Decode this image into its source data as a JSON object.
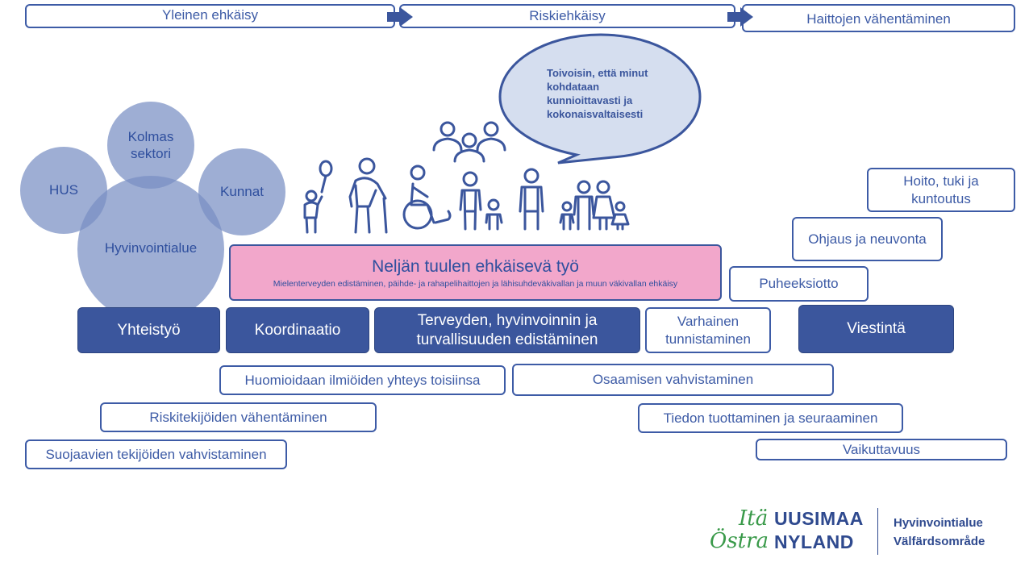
{
  "top_stages": [
    "Yleinen ehkäisy",
    "Riskiehkäisy",
    "Haittojen vähentäminen"
  ],
  "circles": {
    "hus": "HUS",
    "kolmas": "Kolmas sektori",
    "kunnat": "Kunnat",
    "hyvinvointialue": "Hyvinvointialue"
  },
  "speech_bubble": "Toivoisin, että minut kohdataan kunnioittavasti ja kokonaisvaltaisesti",
  "center": {
    "title": "Neljän tuulen ehkäisevä työ",
    "subtitle": "Mielenterveyden edistäminen, päihde- ja rahapelihaittojen ja lähisuhdeväkivallan ja muun väkivallan ehkäisy"
  },
  "pillars": {
    "yhteistyo": "Yhteistyö",
    "koordinaatio": "Koordinaatio",
    "terveyden": "Terveyden, hyvinvoinnin ja turvallisuuden edistäminen",
    "varhainen": "Varhainen tunnistaminen",
    "viestinta": "Viestintä"
  },
  "right_stairs": {
    "hoito": "Hoito, tuki ja kuntoutus",
    "ohjaus": "Ohjaus ja neuvonta",
    "puheeksiotto": "Puheeksiotto"
  },
  "bottom_boxes": {
    "huomioidaan": "Huomioidaan ilmiöiden yhteys toisiinsa",
    "osaamisen": "Osaamisen vahvistaminen",
    "riskitekijoiden": "Riskitekijöiden vähentäminen",
    "tiedon": "Tiedon tuottaminen ja seuraaminen",
    "suojaavien": "Suojaavien tekijöiden vahvistaminen",
    "vaikuttavuus": "Vaikuttavuus"
  },
  "logo": {
    "ita": "Itä",
    "uusimaa": "UUSIMAA",
    "ostra": "Östra",
    "nyland": "NYLAND",
    "line1": "Hyvinvointialue",
    "line2": "Välfärdsområde"
  },
  "colors": {
    "primary": "#3b569d",
    "circle": "#8ea0cf",
    "pink": "#f2a7cb",
    "bubble": "#d5deef",
    "logo_green": "#3a9a4a"
  }
}
